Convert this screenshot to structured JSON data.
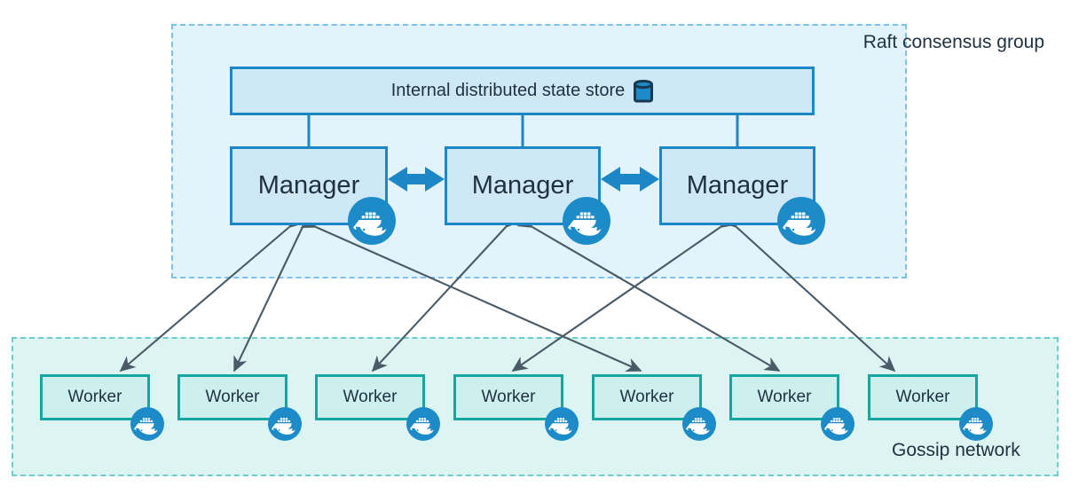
{
  "diagram": {
    "title_groups": {
      "raft": {
        "label": "Raft consensus group",
        "fill": "#e3f3fb",
        "border": "#7fc0e8",
        "style": "dashed"
      },
      "gossip": {
        "label": "Gossip network",
        "fill": "#dcf5f3",
        "border": "#6fcdcb",
        "style": "dashed"
      }
    },
    "state_store": {
      "label": "Internal distributed state store",
      "icon": "database-cylinder-icon",
      "fill": "#cfe8f8",
      "border": "#1c86c6"
    },
    "managers": [
      {
        "label": "Manager",
        "icon": "docker-whale-icon"
      },
      {
        "label": "Manager",
        "icon": "docker-whale-icon"
      },
      {
        "label": "Manager",
        "icon": "docker-whale-icon"
      }
    ],
    "workers": [
      {
        "label": "Worker",
        "icon": "docker-whale-icon"
      },
      {
        "label": "Worker",
        "icon": "docker-whale-icon"
      },
      {
        "label": "Worker",
        "icon": "docker-whale-icon"
      },
      {
        "label": "Worker",
        "icon": "docker-whale-icon"
      },
      {
        "label": "Worker",
        "icon": "docker-whale-icon"
      },
      {
        "label": "Worker",
        "icon": "docker-whale-icon"
      },
      {
        "label": "Worker",
        "icon": "docker-whale-icon"
      }
    ],
    "colors": {
      "manager_fill": "#cfe8f8",
      "manager_border": "#1c86c6",
      "worker_fill": "#cdf0ee",
      "worker_border": "#17a5a0",
      "docker_blue": "#1e8bc9",
      "peer_arrow": "#1c86c6",
      "node_arrow": "#4a5a66",
      "text": "#1f3040"
    },
    "connectors": {
      "peer_links": "bidirectional-thick-arrows-between-managers",
      "state_store_links": "vertical-lines-from-state-store-to-each-manager",
      "manager_worker_links": "bidirectional-thin-arrows-between-managers-and-workers"
    }
  }
}
